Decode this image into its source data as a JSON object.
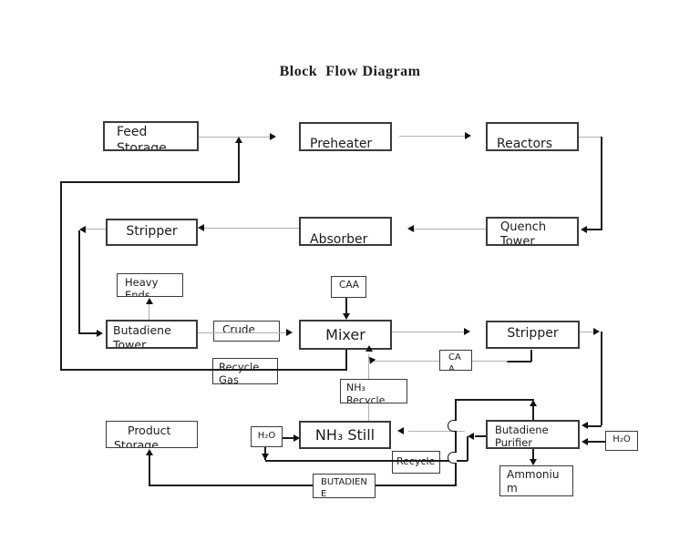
{
  "title": "Block  Flow Diagram",
  "nodes": {
    "feed": {
      "line1": "Feed",
      "line2": "Storage"
    },
    "preheater": {
      "label": "Preheater"
    },
    "reactors": {
      "label": "Reactors"
    },
    "stripper1": {
      "label": "Stripper"
    },
    "absorber": {
      "label": "Absorber"
    },
    "quench": {
      "line1": "Quench",
      "line2": "Tower"
    },
    "heavy_ends": {
      "line1": "Heavy",
      "line2": "Ends"
    },
    "butadiene_tower": {
      "line1": "Butadiene",
      "line2": "Tower"
    },
    "crude": {
      "label": "Crude"
    },
    "caa": {
      "label": "CAA"
    },
    "mixer": {
      "label": "Mixer"
    },
    "stripper2": {
      "label": "Stripper"
    },
    "ca": {
      "line1": "CA",
      "line2": "A"
    },
    "recycle1": {
      "line1": "Recycle",
      "line2": "Gas"
    },
    "nh3_recycle": {
      "line1": "NH₃",
      "line2": "Recycle"
    },
    "product_storage": {
      "line1": "Product",
      "line2": "Storage"
    },
    "h2o_1": {
      "label": "H₂O"
    },
    "nh3_still": {
      "label": "NH₃ Still"
    },
    "recycle2": {
      "label": "Recycle"
    },
    "butadiene_label": {
      "line1": "BUTADIEN",
      "line2": "E"
    },
    "butadiene_purifier": {
      "line1": "Butadiene",
      "line2": "Purifier"
    },
    "h2o_2": {
      "label": "H₂O"
    },
    "ammonium": {
      "line1": "Ammoniu",
      "line2": "m"
    }
  },
  "colors": {
    "line_dark": "#1c1c1c",
    "line_gray": "#b0b0b0",
    "box_border": "#3a3a3a"
  }
}
